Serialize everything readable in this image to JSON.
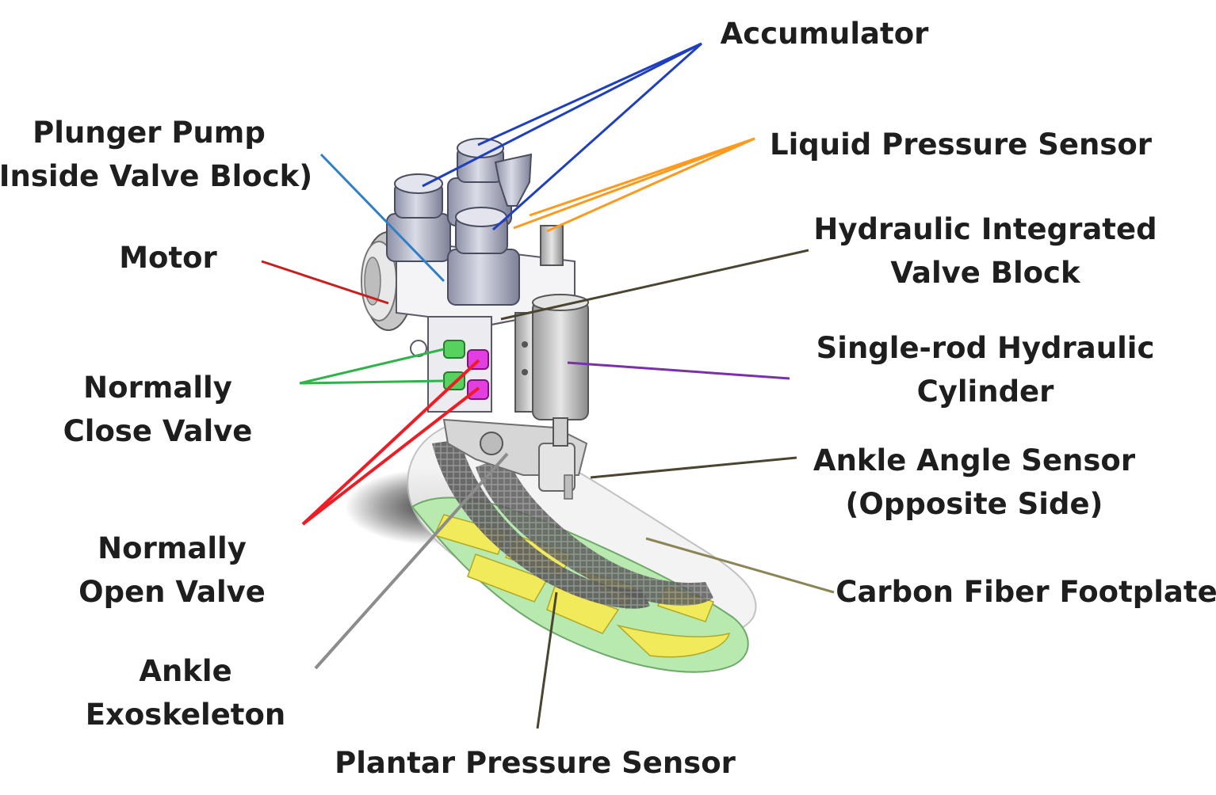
{
  "labels": {
    "accumulator": [
      "Accumulator"
    ],
    "plunger_pump": [
      "Plunger Pump",
      "(Inside Valve Block)"
    ],
    "liquid_pressure_sensor": [
      "Liquid Pressure Sensor"
    ],
    "motor": [
      "Motor"
    ],
    "valve_block": [
      "Hydraulic Integrated",
      "Valve Block"
    ],
    "hydraulic_cylinder": [
      "Single-rod Hydraulic",
      "Cylinder"
    ],
    "normally_close_valve": [
      "Normally",
      "Close Valve"
    ],
    "ankle_angle_sensor": [
      "Ankle Angle Sensor",
      "(Opposite Side)"
    ],
    "normally_open_valve": [
      "Normally",
      "Open Valve"
    ],
    "carbon_fiber_footplate": [
      "Carbon Fiber Footplate"
    ],
    "ankle_exoskeleton": [
      "Ankle",
      "Exoskeleton"
    ],
    "plantar_pressure_sensor": [
      "Plantar Pressure Sensor"
    ]
  },
  "leader_colors": {
    "accumulator": "#1f3fbf",
    "plunger_pump": "#2f7fc8",
    "liquid_pressure_sensor": "#ff9a1f",
    "motor": "#c81e1e",
    "valve_block": "#4a4530",
    "hydraulic_cylinder": "#7a30a8",
    "normally_close_valve": "#2fb34a",
    "ankle_angle_sensor": "#4a4530",
    "normally_open_valve": "#ee1c24",
    "carbon_fiber_footplate": "#8a8456",
    "ankle_exoskeleton": "#8c8c8c",
    "plantar_pressure_sensor": "#4a4530"
  }
}
